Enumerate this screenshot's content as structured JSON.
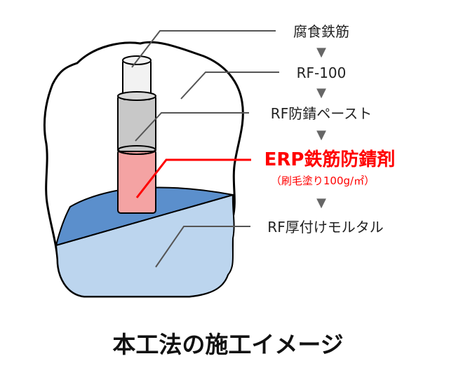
{
  "diagram": {
    "layers": [
      {
        "id": "rebar",
        "label": "腐食鉄筋"
      },
      {
        "id": "rf100",
        "label": "RF-100"
      },
      {
        "id": "paste",
        "label": "RF防錆ペースト"
      },
      {
        "id": "erp",
        "label": "ERP鉄筋防錆剤",
        "note": "（刷毛塗り100g/㎡）"
      },
      {
        "id": "mortar",
        "label": "RF厚付けモルタル"
      }
    ],
    "arrow_glyph": "▼",
    "title": "本工法の施工イメージ"
  },
  "colors": {
    "outline": "#000000",
    "rebar_fill": "#f2f2f2",
    "rf100_fill": "#c8c8c8",
    "erp_fill": "#f4a3a3",
    "erp_highlight": "#ff0000",
    "treated_surface": "#5b8fcc",
    "mortar_fill": "#bcd5ee",
    "leader": "#555555",
    "arrow": "#666666"
  }
}
